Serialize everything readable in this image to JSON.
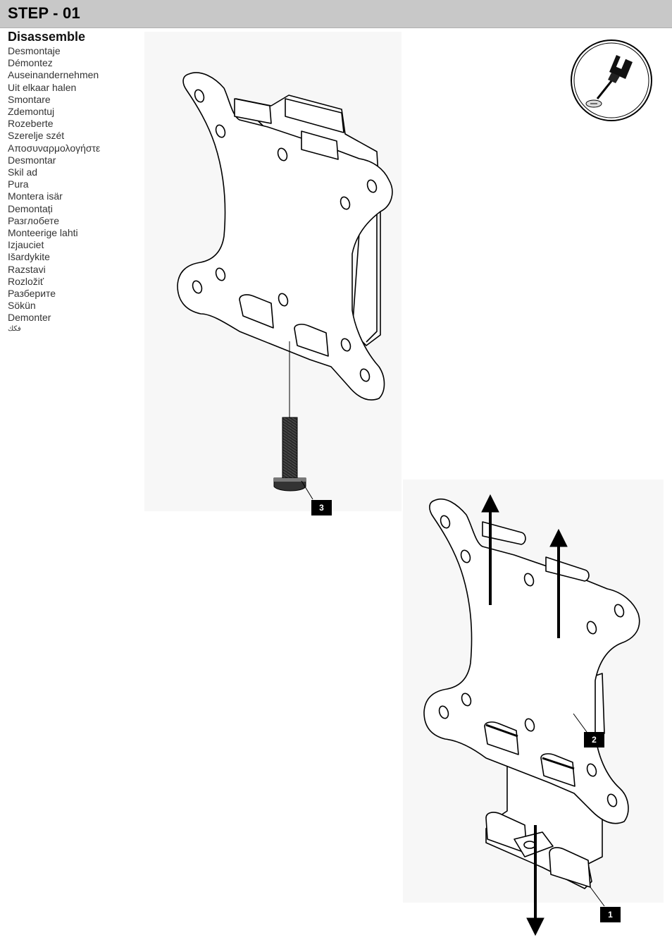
{
  "header": {
    "step_title": "STEP - 01"
  },
  "section": {
    "title": "Disassemble"
  },
  "translations": [
    "Desmontaje",
    "Démontez",
    "Auseinandernehmen",
    "Uit elkaar halen",
    "Smontare",
    "Zdemontuj",
    "Rozeberte",
    "Szerelje szét",
    "Αποσυναρμολογήστε",
    "Desmontar",
    "Skil ad",
    "Pura",
    "Montera isär",
    "Demontați",
    "Разглобете",
    "Monteerige lahti",
    "Izjauciet",
    "Išardykite",
    "Razstavi",
    "Rozložiť",
    "Разберите",
    "Sökün",
    "Demonter",
    "فكك"
  ],
  "callouts": {
    "c1": "1",
    "c2": "2",
    "c3": "3"
  },
  "icons": {
    "tool": "screwdriver-icon"
  }
}
